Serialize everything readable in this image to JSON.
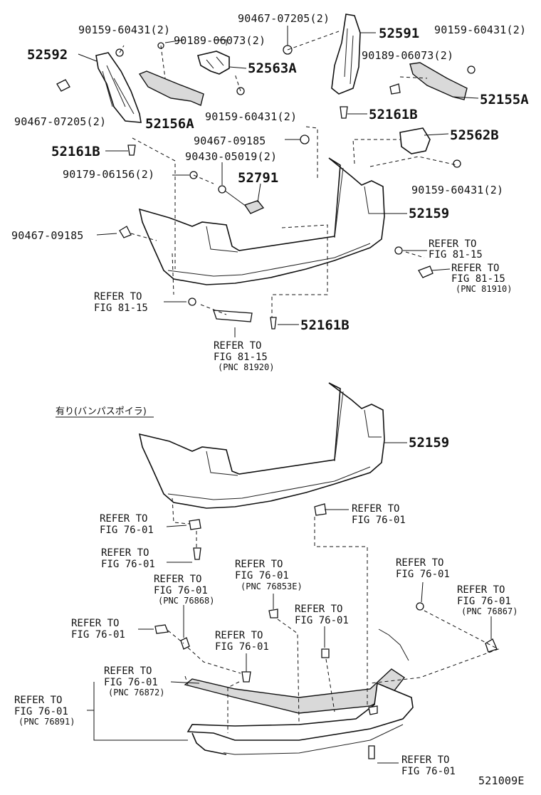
{
  "upper": {
    "labels": [
      "90467-07205(2)",
      "90159-60431(2)",
      "90189-06073(2)",
      "52591",
      "90159-60431(2)",
      "52592",
      "90189-06073(2)",
      "52563A",
      "52155A",
      "90467-07205(2)",
      "52156A",
      "90159-60431(2)",
      "52161B",
      "52161B",
      "52562B",
      "90467-09185",
      "90430-05019(2)",
      "90179-06156(2)",
      "52791",
      "90159-60431(2)",
      "52159",
      "90467-09185",
      "REFER TO",
      "FIG 81-15",
      "REFER TO",
      "FIG 81-15",
      "(PNC 81910)",
      "REFER TO",
      "FIG 81-15",
      "52161B",
      "REFER TO",
      "FIG 81-15",
      "(PNC 81920)"
    ]
  },
  "lower": {
    "note": "有り(バンパスポイラ)",
    "labels": [
      "52159",
      "REFER TO",
      "FIG 76-01",
      "REFER TO",
      "FIG 76-01",
      "REFER TO",
      "FIG 76-01",
      "REFER TO",
      "FIG 76-01",
      "REFER TO",
      "FIG 76-01",
      "(PNC 76853E)",
      "REFER TO",
      "FIG 76-01",
      "(PNC 76868)",
      "REFER TO",
      "FIG 76-01",
      "REFER TO",
      "FIG 76-01",
      "(PNC 76867)",
      "REFER TO",
      "FIG 76-01",
      "REFER TO",
      "FIG 76-01",
      "REFER TO",
      "FIG 76-01",
      "(PNC 76872)",
      "REFER TO",
      "FIG 76-01",
      "(PNC 76891)",
      "REFER TO",
      "FIG 76-01"
    ]
  },
  "diagram_id": "521009E"
}
